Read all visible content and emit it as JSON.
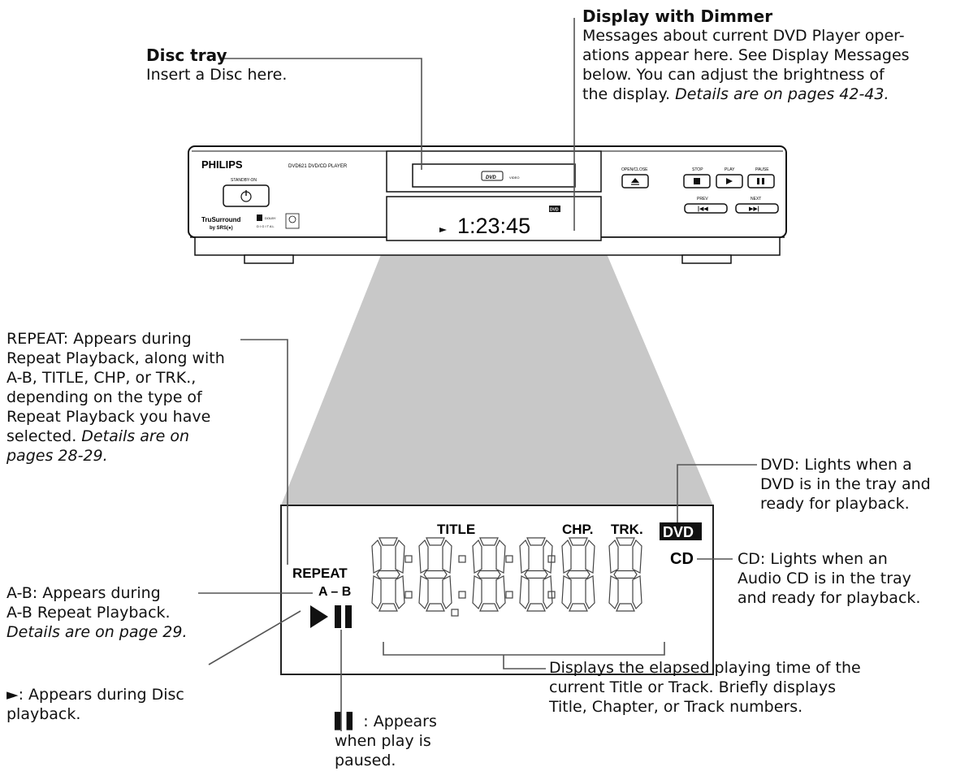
{
  "callouts": {
    "disc_tray": {
      "title": "Disc tray",
      "text": "Insert a Disc here."
    },
    "display": {
      "title": "Display with Dimmer",
      "lines": [
        "Messages about current DVD Player oper-",
        "ations appear here. See Display Messages",
        "below. You can adjust the brightness of",
        "the display."
      ],
      "details": "Details are on pages 42-43."
    },
    "repeat": {
      "lines": [
        "REPEAT: Appears during",
        "Repeat Playback, along with",
        "A-B, TITLE, CHP, or TRK.,",
        "depending on the type of",
        "Repeat Playback you have",
        "selected."
      ],
      "details_a": "Details are on",
      "details_b": "pages 28-29."
    },
    "ab": {
      "lines": [
        "A-B:  Appears during",
        "A-B Repeat Playback."
      ],
      "details": "Details are on page 29."
    },
    "play": {
      "lines": [
        "►: Appears during Disc",
        "playback."
      ]
    },
    "pause": {
      "lines": [
        "▌▌ : Appears",
        "when play is",
        "paused."
      ]
    },
    "dvd": {
      "lines": [
        "DVD: Lights when a",
        "DVD is in the tray and",
        "ready for playback."
      ]
    },
    "cd": {
      "lines": [
        "CD: Lights when an",
        "Audio CD is in the tray",
        "and ready for playback."
      ]
    },
    "elapsed": {
      "lines": [
        "Displays the elapsed playing time of the",
        "current Title or Track.  Briefly displays",
        "Title, Chapter, or Track numbers."
      ]
    }
  },
  "player": {
    "brand": "PHILIPS",
    "model": "DVD621   DVD/CD PLAYER",
    "standby": "STANDBY-ON",
    "open_close": "OPEN/CLOSE",
    "stop": "STOP",
    "play": "PLAY",
    "pause": "PAUSE",
    "prev": "PREV",
    "next": "NEXT",
    "trusurround": "TruSurround",
    "srs": "by SRS(●)",
    "dolby": "DOLBY",
    "digital": "D I G I T A L",
    "disc_logo": "DVD",
    "video": "VIDEO",
    "time": "1:23:45",
    "display_badge": "DVD"
  },
  "panel": {
    "title_label": "TITLE",
    "chp_label": "CHP.",
    "trk_label": "TRK.",
    "dvd_label": "DVD",
    "cd_label": "CD",
    "repeat_label": "REPEAT",
    "ab_label": "A – B"
  },
  "colors": {
    "beam": "#c8c8c8",
    "line": "#555555",
    "panel_border": "#222222"
  }
}
